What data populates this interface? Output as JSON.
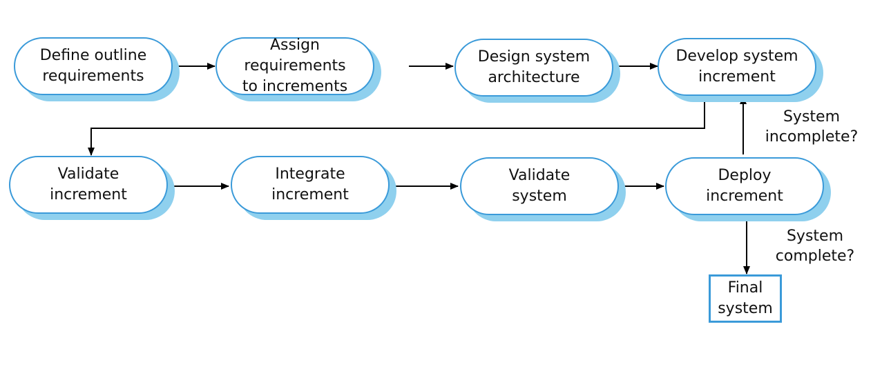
{
  "steps": {
    "define_outline": {
      "line1": "Define outline",
      "line2": "requirements"
    },
    "assign_requirements": {
      "line1": "Assign requirements",
      "line2": "to increments"
    },
    "design_architecture": {
      "line1": "Design system",
      "line2": "architecture"
    },
    "develop_increment": {
      "line1": "Develop system",
      "line2": "increment"
    },
    "validate_increment": {
      "line1": "Validate",
      "line2": "increment"
    },
    "integrate_increment": {
      "line1": "Integrate",
      "line2": "increment"
    },
    "validate_system": {
      "line1": "Validate",
      "line2": "system"
    },
    "deploy_increment": {
      "line1": "Deploy",
      "line2": "increment"
    }
  },
  "final": {
    "line1": "Final",
    "line2": "system"
  },
  "labels": {
    "incomplete": {
      "line1": "System",
      "line2": "incomplete?"
    },
    "complete": {
      "line1": "System",
      "line2": "complete?"
    }
  },
  "colors": {
    "border": "#3a9ad9",
    "shadow": "#8fd0ee",
    "arrow": "#000000"
  }
}
